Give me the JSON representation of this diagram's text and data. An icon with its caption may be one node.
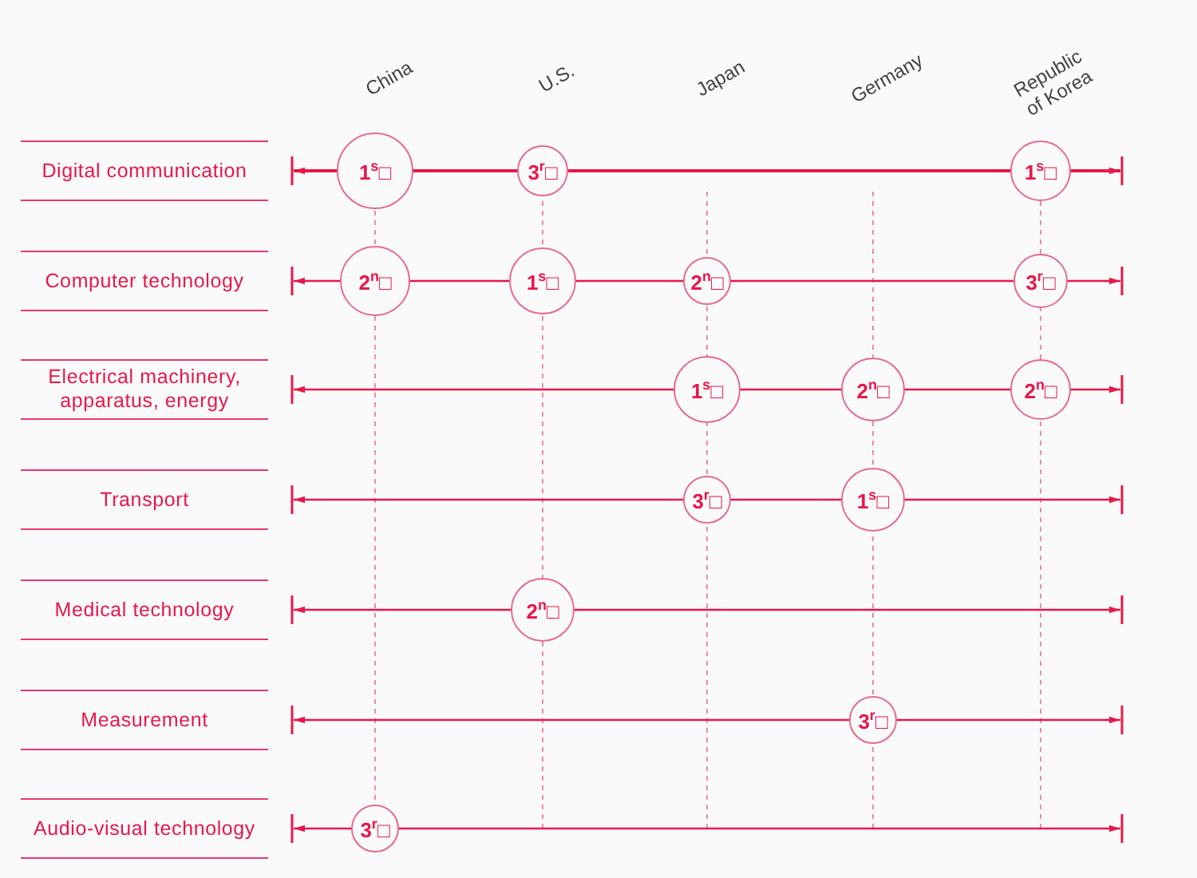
{
  "diagram": {
    "nodes": [
      {
        "text": [
          "Digital communication"
        ]
      },
      {
        "text": [
          "1$^{s}$□"
        ]
      },
      {
        "text": [
          "3$^{r}$□"
        ]
      },
      {
        "text": [
          "1$^{s}$□"
        ]
      },
      {
        "text": [
          "Computer technology"
        ]
      },
      {
        "text": [
          "2$^{n}$□"
        ]
      },
      {
        "text": [
          "1$^{s}$□"
        ]
      },
      {
        "text": [
          "2$^{n}$□"
        ]
      },
      {
        "text": [
          "3$^{r}$□"
        ]
      },
      {
        "text": [
          "Electrical machinery, apparatus, energy"
        ]
      },
      {
        "text": [
          "1$^{s}$□"
        ]
      },
      {
        "text": [
          "2$^{n}$□"
        ]
      },
      {
        "text": [
          "2$^{n}$□"
        ]
      },
      {
        "text": [
          "Transport"
        ]
      },
      {
        "text": [
          "3$^{r}$□"
        ]
      },
      {
        "text": [
          "1$^{s}$□"
        ]
      },
      {
        "text": [
          "Medical technology"
        ]
      },
      {
        "text": [
          "2$^{n}$□"
        ]
      },
      {
        "text": [
          "Measurement"
        ]
      },
      {
        "text": [
          "3$^{r}$□"
        ]
      },
      {
        "text": [
          "Audio-visual technology"
        ]
      },
      {
        "text": [
          "3$^{r}$□"
        ]
      }
    ],
    "labels": [
      "China",
      "U.S.",
      "Japan",
      "Germany",
      "Republic of Korea"
    ]
  }
}
